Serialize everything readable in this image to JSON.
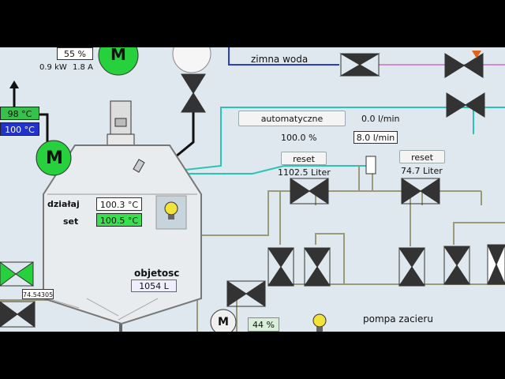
{
  "top": {
    "percent": "55 %",
    "power": "0.9 kW",
    "current": "1.8 A"
  },
  "temps": {
    "actual": "98 °C",
    "setpoint": "100 °C"
  },
  "motors": {
    "mixer_top": "M",
    "left": "M",
    "bottom": "M"
  },
  "line_label": "zimna woda",
  "mode_button": "automatyczne",
  "flow": {
    "rate1": "0.0 l/min",
    "rate2": "8.0 l/min",
    "percent": "100.0 %"
  },
  "counters": [
    {
      "reset": "reset",
      "value": "1102.5 Liter"
    },
    {
      "reset": "reset",
      "value": "74.7 Liter"
    }
  ],
  "vessel": {
    "dzialaj": "działaj",
    "set": "set",
    "temp_actual": "100.3 °C",
    "temp_set": "100.5 °C",
    "objetosc": "objetosc",
    "volume": "1054 L"
  },
  "left_readout": "74.54305",
  "pump": {
    "percent": "44 %",
    "label": "pompa zacieru"
  },
  "colors": {
    "bg": "#dfe8ee",
    "pipe_cyan": "#2bc4b4",
    "pipe_gray": "#9a9a7a",
    "pipe_blue": "#2a3ad4",
    "pipe_pink": "#d08ad8",
    "green": "#27d13d",
    "temp_green": "#36c24a",
    "temp_blue": "#2233cc"
  }
}
